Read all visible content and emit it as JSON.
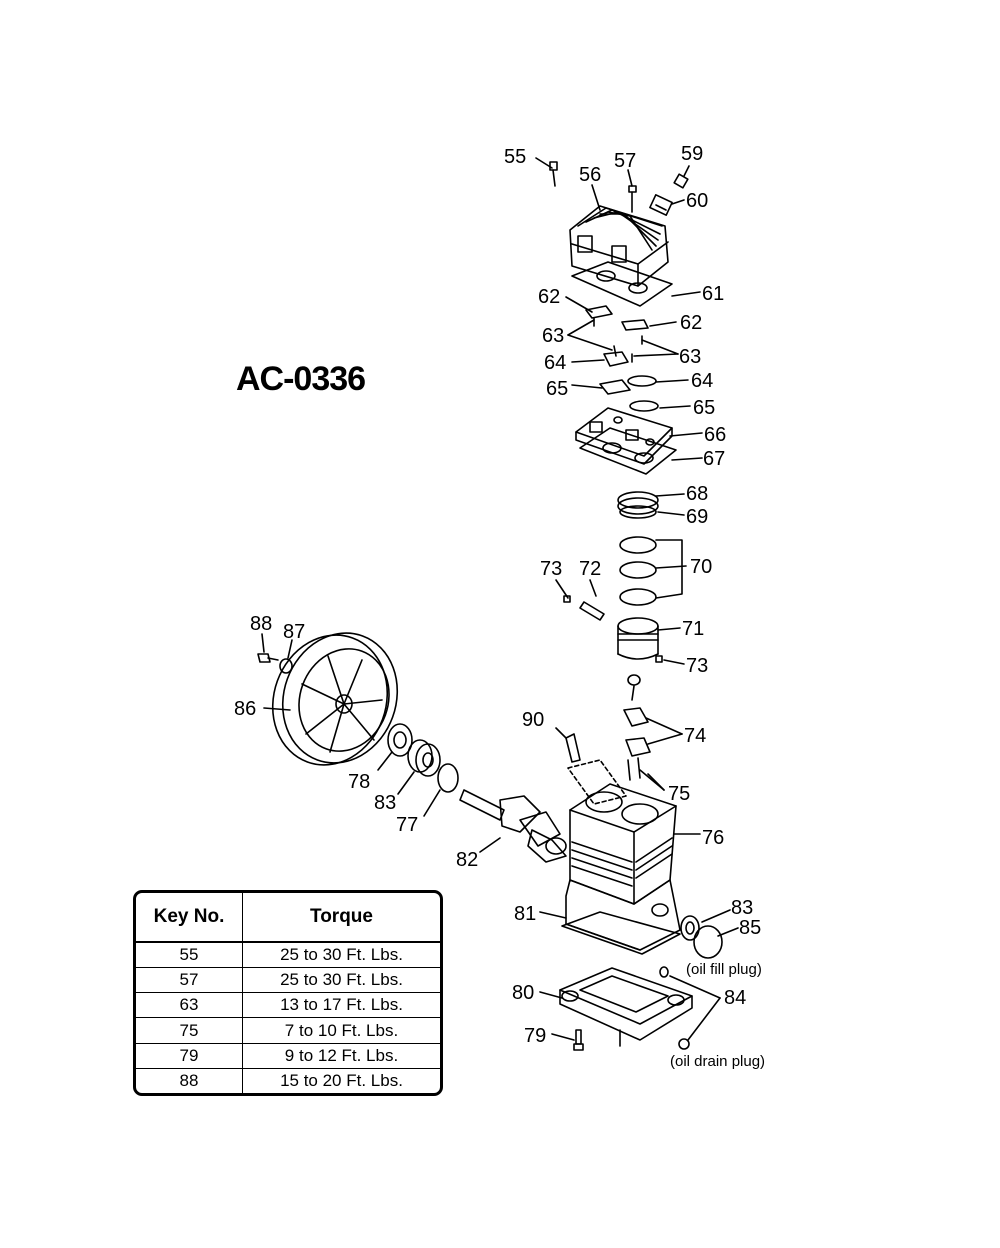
{
  "title": "AC-0336",
  "torque_table": {
    "headers": [
      "Key No.",
      "Torque"
    ],
    "rows": [
      {
        "key": "55",
        "torque": "25 to 30 Ft. Lbs."
      },
      {
        "key": "57",
        "torque": "25 to 30 Ft. Lbs."
      },
      {
        "key": "63",
        "torque": "13 to 17 Ft. Lbs."
      },
      {
        "key": "75",
        "torque": "7 to 10 Ft. Lbs."
      },
      {
        "key": "79",
        "torque": "9 to 12 Ft. Lbs."
      },
      {
        "key": "88",
        "torque": "15 to 20 Ft. Lbs."
      }
    ]
  },
  "callouts": {
    "c55": "55",
    "c56": "56",
    "c57": "57",
    "c59": "59",
    "c60": "60",
    "c61": "61",
    "c62a": "62",
    "c62b": "62",
    "c63a": "63",
    "c63b": "63",
    "c64a": "64",
    "c64b": "64",
    "c65a": "65",
    "c65b": "65",
    "c66": "66",
    "c67": "67",
    "c68": "68",
    "c69": "69",
    "c70": "70",
    "c71": "71",
    "c72": "72",
    "c73a": "73",
    "c73b": "73",
    "c74": "74",
    "c75": "75",
    "c76": "76",
    "c77": "77",
    "c78": "78",
    "c79": "79",
    "c80": "80",
    "c81": "81",
    "c82": "82",
    "c83a": "83",
    "c83b": "83",
    "c84": "84",
    "c85": "85",
    "c86": "86",
    "c87": "87",
    "c88": "88",
    "c90": "90"
  },
  "notes": {
    "oil_fill_plug": "(oil fill plug)",
    "oil_drain_plug": "(oil drain plug)"
  }
}
